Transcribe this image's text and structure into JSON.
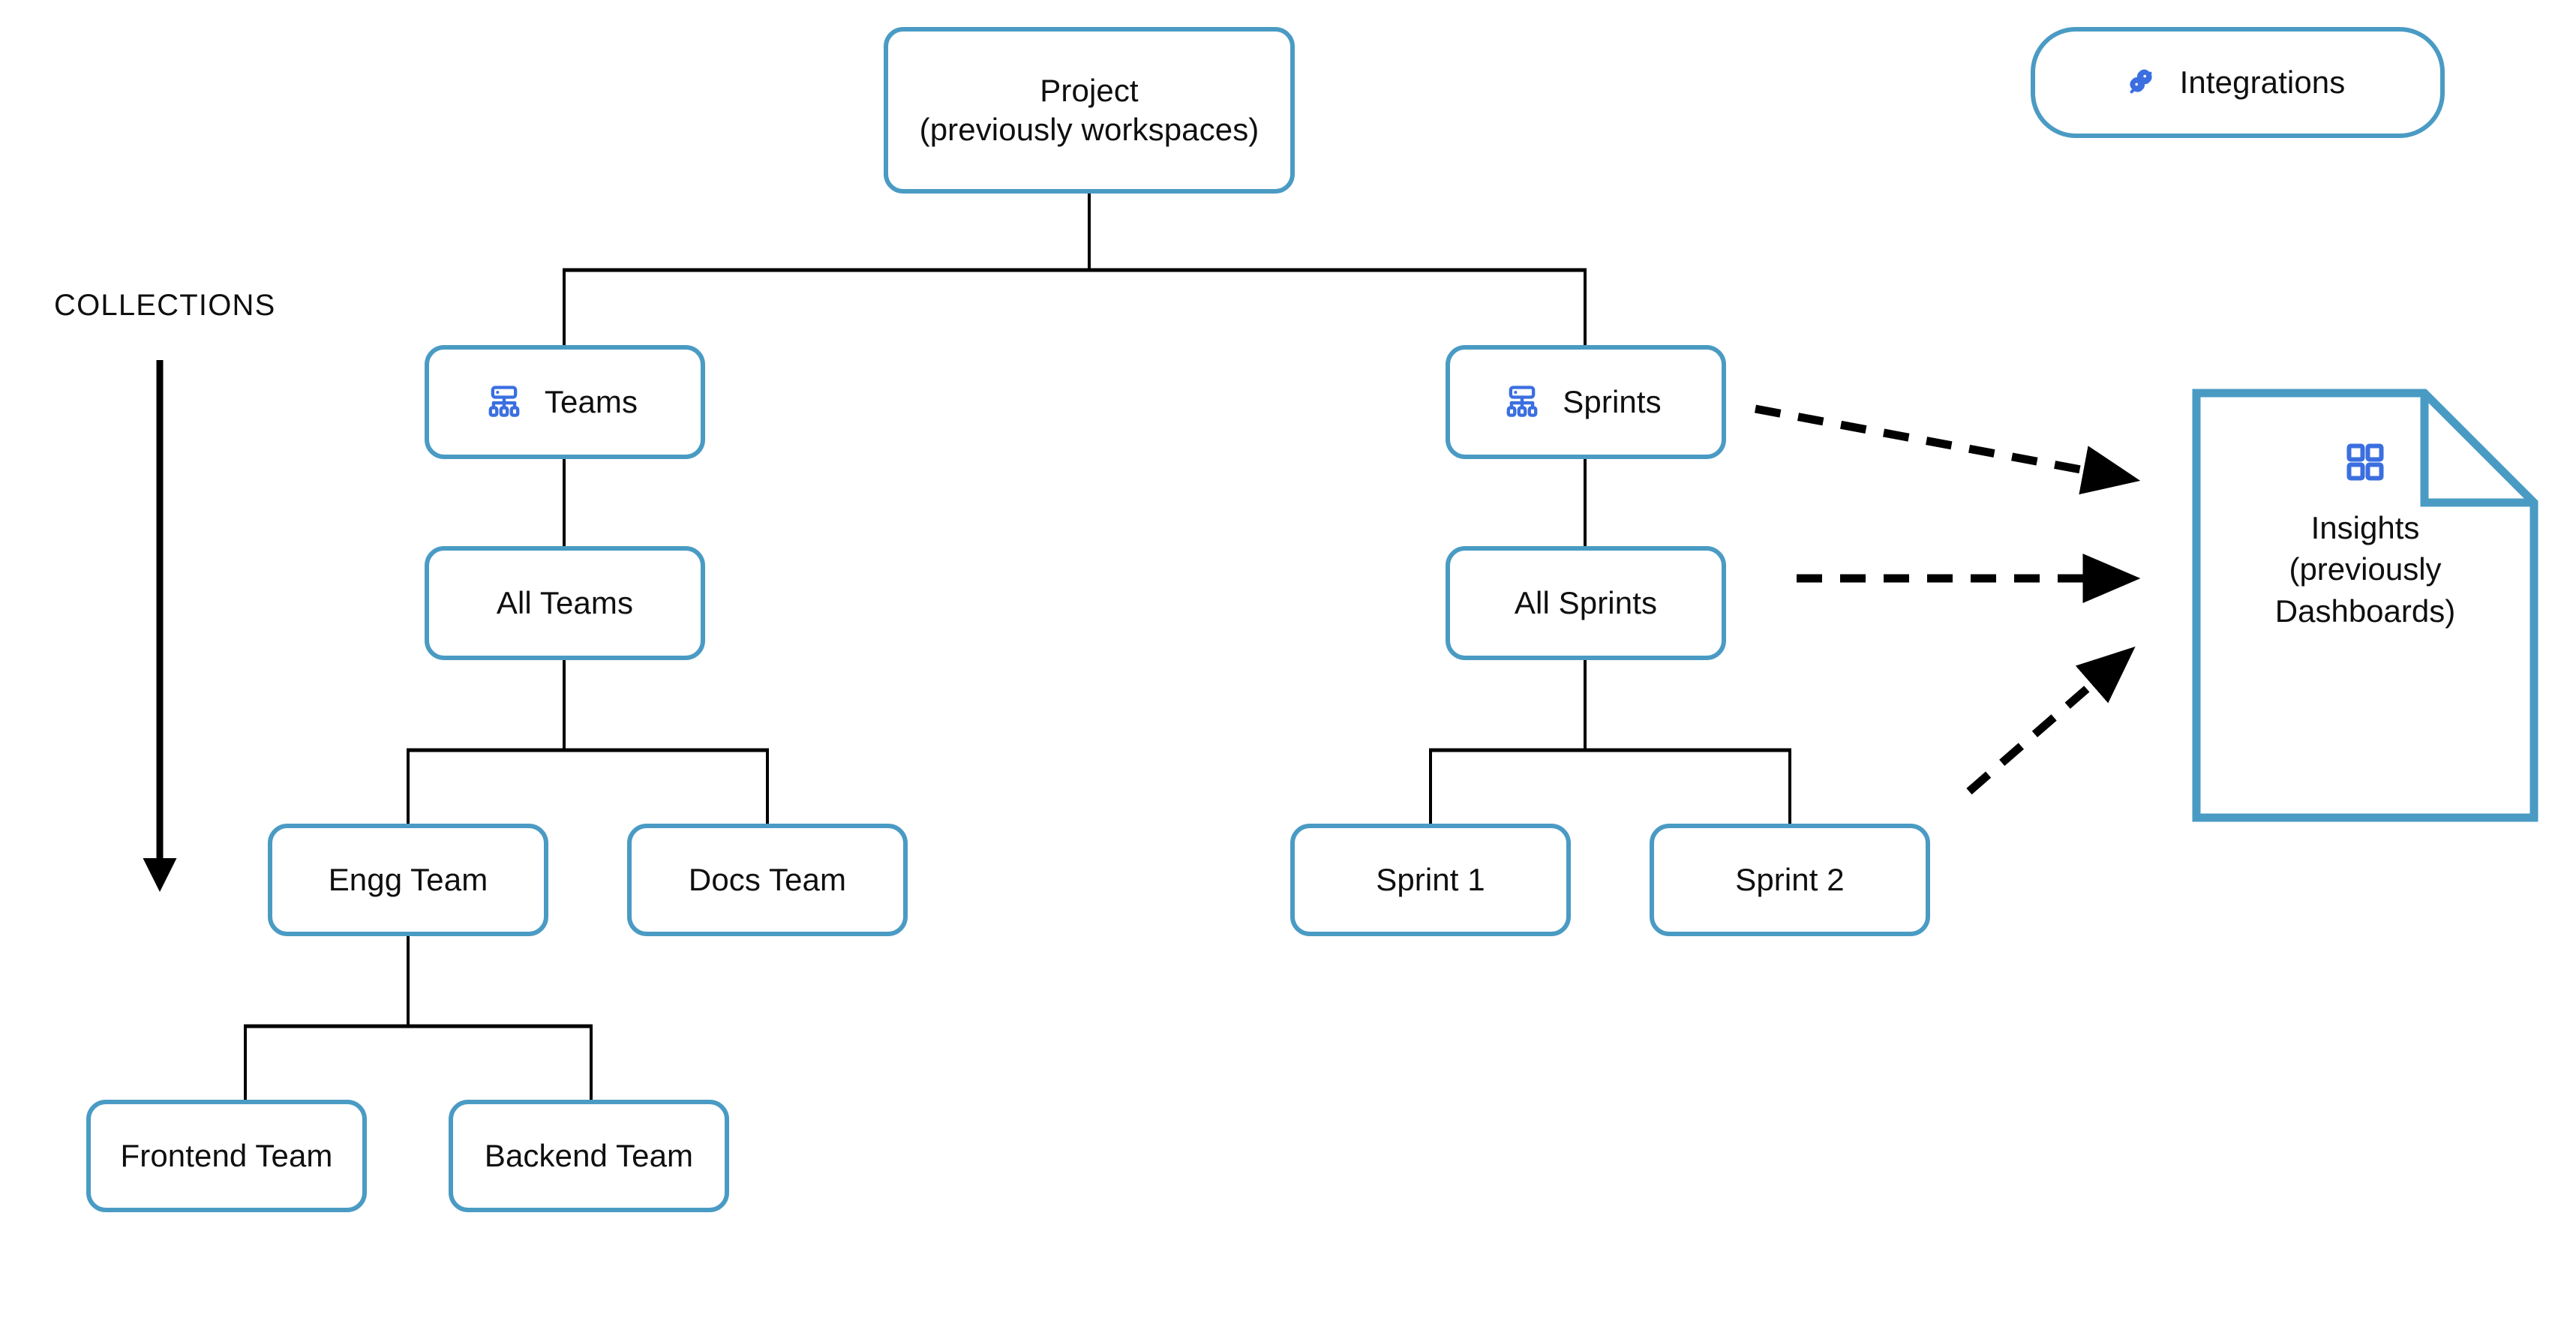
{
  "diagram": {
    "title_caption": "COLLECTIONS",
    "colors": {
      "node_border": "#4A9BC4",
      "connector": "#000000",
      "icon_blue": "#3B6FE0",
      "text": "#0F0F0F",
      "background": "#FFFFFF"
    },
    "nodes": {
      "project": {
        "label": "Project\n(previously workspaces)",
        "icon": null
      },
      "integrations": {
        "label": "Integrations",
        "icon": "plug-connector-icon"
      },
      "teams": {
        "label": "Teams",
        "icon": "hierarchy-icon"
      },
      "sprints": {
        "label": "Sprints",
        "icon": "hierarchy-icon"
      },
      "all_teams": {
        "label": "All Teams",
        "icon": null
      },
      "all_sprints": {
        "label": "All Sprints",
        "icon": null
      },
      "engg_team": {
        "label": "Engg Team",
        "icon": null
      },
      "docs_team": {
        "label": "Docs Team",
        "icon": null
      },
      "sprint_1": {
        "label": "Sprint 1",
        "icon": null
      },
      "sprint_2": {
        "label": "Sprint 2",
        "icon": null
      },
      "frontend_team": {
        "label": "Frontend Team",
        "icon": null
      },
      "backend_team": {
        "label": "Backend Team",
        "icon": null
      },
      "insights": {
        "label": "Insights\n(previously\nDashboards)",
        "icon": "grid-2x2-icon",
        "shape": "document-folded-corner"
      }
    },
    "edges": [
      {
        "from": "project",
        "to": "teams",
        "style": "solid"
      },
      {
        "from": "project",
        "to": "sprints",
        "style": "solid"
      },
      {
        "from": "teams",
        "to": "all_teams",
        "style": "solid"
      },
      {
        "from": "all_teams",
        "to": "engg_team",
        "style": "solid"
      },
      {
        "from": "all_teams",
        "to": "docs_team",
        "style": "solid"
      },
      {
        "from": "engg_team",
        "to": "frontend_team",
        "style": "solid"
      },
      {
        "from": "engg_team",
        "to": "backend_team",
        "style": "solid"
      },
      {
        "from": "sprints",
        "to": "all_sprints",
        "style": "solid"
      },
      {
        "from": "all_sprints",
        "to": "sprint_1",
        "style": "solid"
      },
      {
        "from": "all_sprints",
        "to": "sprint_2",
        "style": "solid"
      },
      {
        "from": "sprints",
        "to": "insights",
        "style": "dashed-arrow"
      },
      {
        "from": "all_sprints",
        "to": "insights",
        "style": "dashed-arrow"
      },
      {
        "from": "sprint_2",
        "to": "insights",
        "style": "dashed-arrow"
      }
    ],
    "collections_arrow": {
      "direction": "down",
      "description": "vertical arrow under COLLECTIONS caption indicating nesting depth"
    }
  }
}
